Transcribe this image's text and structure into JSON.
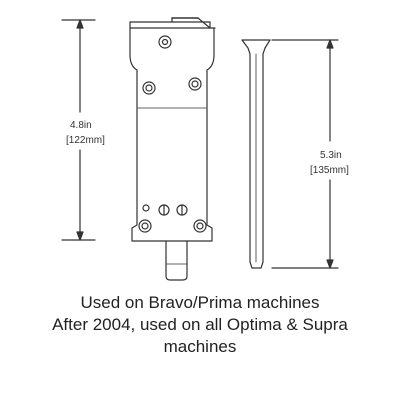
{
  "dimensions": {
    "left": {
      "inches": "4.8in",
      "mm": "[122mm]"
    },
    "right": {
      "inches": "5.3in",
      "mm": "[135mm]"
    }
  },
  "caption": {
    "line1": "Used on Bravo/Prima machines",
    "line2": "After 2004, used on all Optima & Supra",
    "line3": "machines"
  },
  "colors": {
    "line": "#333333",
    "text": "#222222"
  }
}
